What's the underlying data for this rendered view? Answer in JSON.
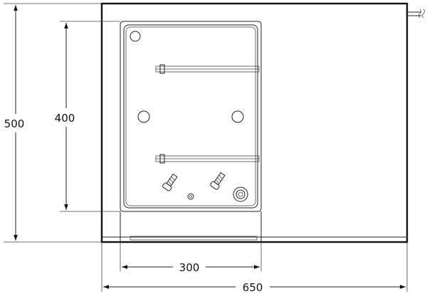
{
  "dimensions": {
    "overall_height": "500",
    "panel_height": "400",
    "panel_width": "300",
    "overall_width": "650"
  }
}
